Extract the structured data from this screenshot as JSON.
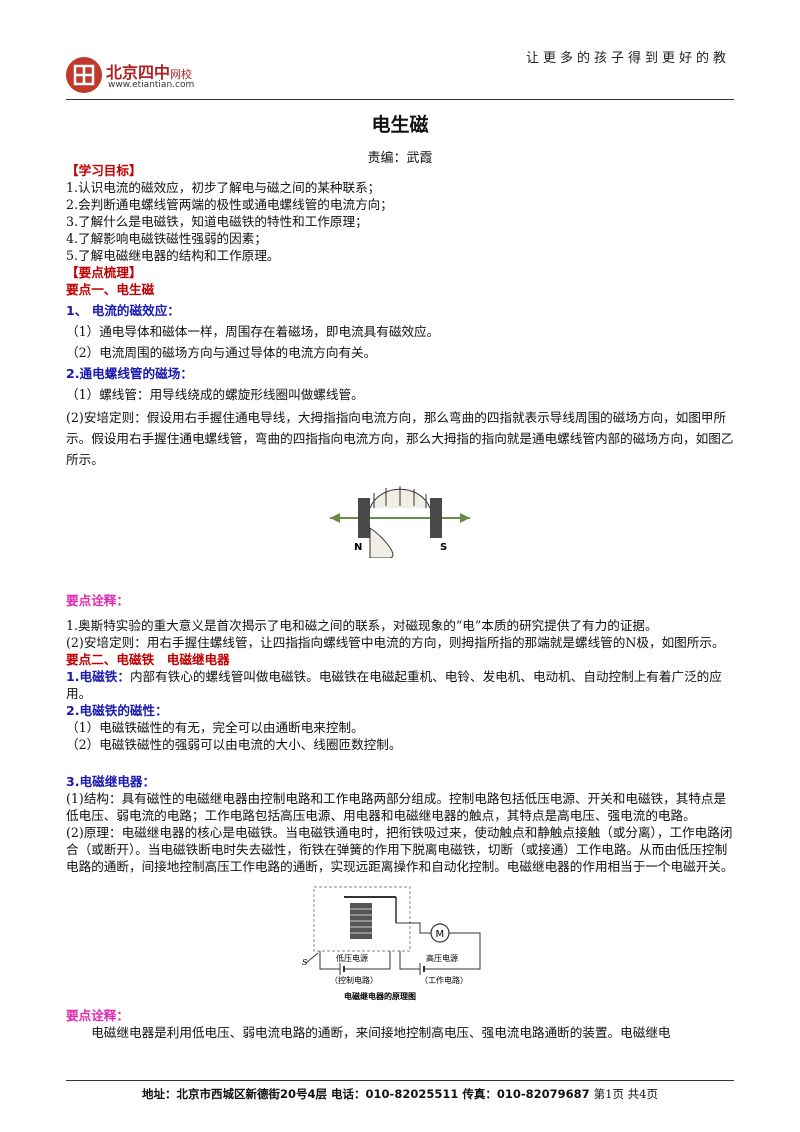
{
  "header": {
    "slogan": "让更多的孩子得到更好的教",
    "logo_name": "北京四中",
    "logo_suffix": "网校",
    "logo_url": "www.etiantian.com"
  },
  "doc": {
    "title": "电生磁",
    "editor": "责编：武霞",
    "goals_heading": "【学习目标】",
    "goals": [
      "1.认识电流的磁效应，初步了解电与磁之间的某种联系；",
      "2.会判断通电螺线管两端的极性或通电螺线管的电流方向；",
      "3.了解什么是电磁铁，知道电磁铁的特性和工作原理；",
      "4.了解影响电磁铁磁性强弱的因素；",
      "5.了解电磁继电器的结构和工作原理。"
    ],
    "points_heading": "【要点梳理】",
    "p1_heading": "要点一、电生磁",
    "p1_s1_heading": "1、 电流的磁效应：",
    "p1_s1_items": [
      "（1）通电导体和磁体一样，周围存在着磁场，即电流具有磁效应。",
      "（2）电流周围的磁场方向与通过导体的电流方向有关。"
    ],
    "p1_s2_heading": "2.通电螺线管的磁场：",
    "p1_s2_item1": "（1）螺线管：用导线绕成的螺旋形线圈叫做螺线管。",
    "p1_s2_item2": "(2)安培定则：假设用右手握住通电导线，大拇指指向电流方向，那么弯曲的四指就表示导线周围的磁场方向，如图甲所示。假设用右手握住通电螺线管，弯曲的四指指向电流方向，那么大拇指的指向就是通电螺线管内部的磁场方向，如图乙所示。",
    "fig1_labels": {
      "n": "N",
      "s": "S"
    },
    "note1_heading": "要点诠释：",
    "note1_items": [
      "1.奥斯特实验的重大意义是首次揭示了电和磁之间的联系，对磁现象的“电”本质的研究提供了有力的证据。",
      "(2)安培定则：用右手握住螺线管，让四指指向螺线管中电流的方向，则拇指所指的那端就是螺线管的N极，如图所示。"
    ],
    "p2_heading": "要点二、电磁铁　电磁继电器",
    "p2_s1_heading": "1.电磁铁：",
    "p2_s1_text": "内部有铁心的螺线管叫做电磁铁。电磁铁在电磁起重机、电铃、发电机、电动机、自动控制上有着广泛的应用。",
    "p2_s2_heading": "2.电磁铁的磁性：",
    "p2_s2_items": [
      "（1）电磁铁磁性的有无，完全可以由通断电来控制。",
      "（2）电磁铁磁性的强弱可以由电流的大小、线圈匝数控制。"
    ],
    "p2_s3_heading": "3.电磁继电器：",
    "p2_s3_item1": "(1)结构：具有磁性的电磁继电器由控制电路和工作电路两部分组成。控制电路包括低压电源、开关和电磁铁，其特点是低电压、弱电流的电路；工作电路包括高压电源、用电器和电磁继电器的触点，其特点是高电压、强电流的电路。",
    "p2_s3_item2": "(2)原理：电磁继电器的核心是电磁铁。当电磁铁通电时，把衔铁吸过来，使动触点和静触点接触（或分离），工作电路闭合（或断开）。当电磁铁断电时失去磁性，衔铁在弹簧的作用下脱离电磁铁，切断（或接通）工作电路。从而由低压控制电路的通断，间接地控制高压工作电路的通断，实现远距离操作和自动化控制。电磁继电器的作用相当于一个电磁开关。",
    "fig2": {
      "motor": "M",
      "switch": "S",
      "low_src": "低压电源",
      "low_sub": "（控制电路）",
      "high_src": "高压电源",
      "high_sub": "（工作电路）",
      "caption": "电磁继电器的原理图"
    },
    "note2_heading": "要点诠释：",
    "note2_text": "电磁继电器是利用低电压、弱电流电路的通断，来间接地控制高电压、强电流电路通断的装置。电磁继电"
  },
  "footer": {
    "address": "地址：北京市西城区新德街20号4层  电话：010-82025511  传真：010-82079687",
    "pages": "第1页  共4页"
  }
}
